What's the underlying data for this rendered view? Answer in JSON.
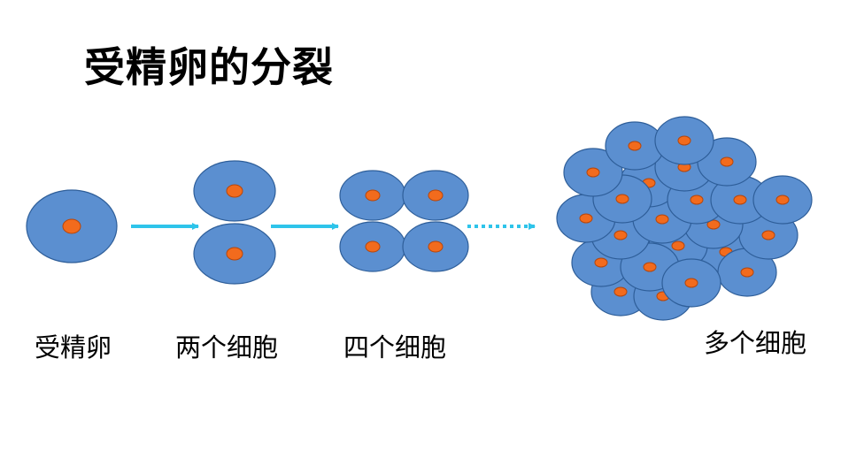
{
  "title": "受精卵的分裂",
  "stages": [
    {
      "label": "受精卵"
    },
    {
      "label": "两个细胞"
    },
    {
      "label": "四个细胞"
    },
    {
      "label": "多个细胞"
    }
  ],
  "colors": {
    "cell_fill": "#5B8FD0",
    "cell_stroke": "#2E5E99",
    "nucleus_fill": "#F26B1D",
    "nucleus_stroke": "#B5460C",
    "arrow": "#2EC4EA"
  }
}
